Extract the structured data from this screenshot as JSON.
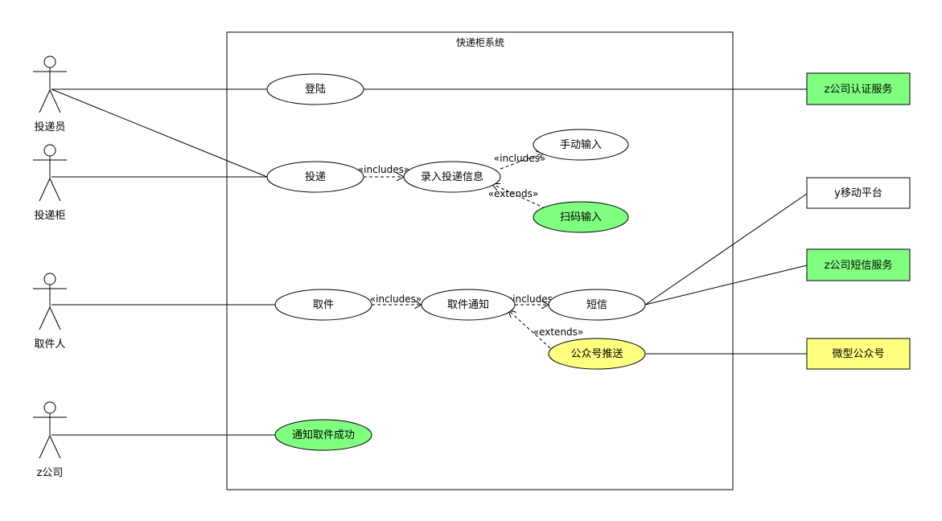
{
  "system": {
    "title": "快递柜系统"
  },
  "actors": [
    {
      "id": "courier",
      "label": "投递员"
    },
    {
      "id": "locker",
      "label": "投递柜"
    },
    {
      "id": "recipient",
      "label": "取件人"
    },
    {
      "id": "zcompany",
      "label": "z公司"
    }
  ],
  "use_cases": [
    {
      "id": "login",
      "label": "登陆",
      "color": "#ffffff"
    },
    {
      "id": "deliver",
      "label": "投递",
      "color": "#ffffff"
    },
    {
      "id": "enter_info",
      "label": "录入投递信息",
      "color": "#ffffff"
    },
    {
      "id": "manual",
      "label": "手动输入",
      "color": "#ffffff"
    },
    {
      "id": "scan",
      "label": "扫码输入",
      "color": "#80ff80"
    },
    {
      "id": "pickup",
      "label": "取件",
      "color": "#ffffff"
    },
    {
      "id": "notify",
      "label": "取件通知",
      "color": "#ffffff"
    },
    {
      "id": "sms",
      "label": "短信",
      "color": "#ffffff"
    },
    {
      "id": "wechat_push",
      "label": "公众号推送",
      "color": "#ffff80"
    },
    {
      "id": "notify_success",
      "label": "通知取件成功",
      "color": "#80ff80"
    }
  ],
  "external_systems": [
    {
      "id": "auth",
      "label": "z公司认证服务",
      "color": "#80ff80"
    },
    {
      "id": "ymobile",
      "label": "y移动平台",
      "color": "#ffffff"
    },
    {
      "id": "smsservice",
      "label": "z公司短信服务",
      "color": "#80ff80"
    },
    {
      "id": "wechat",
      "label": "微型公众号",
      "color": "#ffff80"
    }
  ],
  "relations": {
    "includes": "«includes»",
    "extends": "«extends»"
  }
}
